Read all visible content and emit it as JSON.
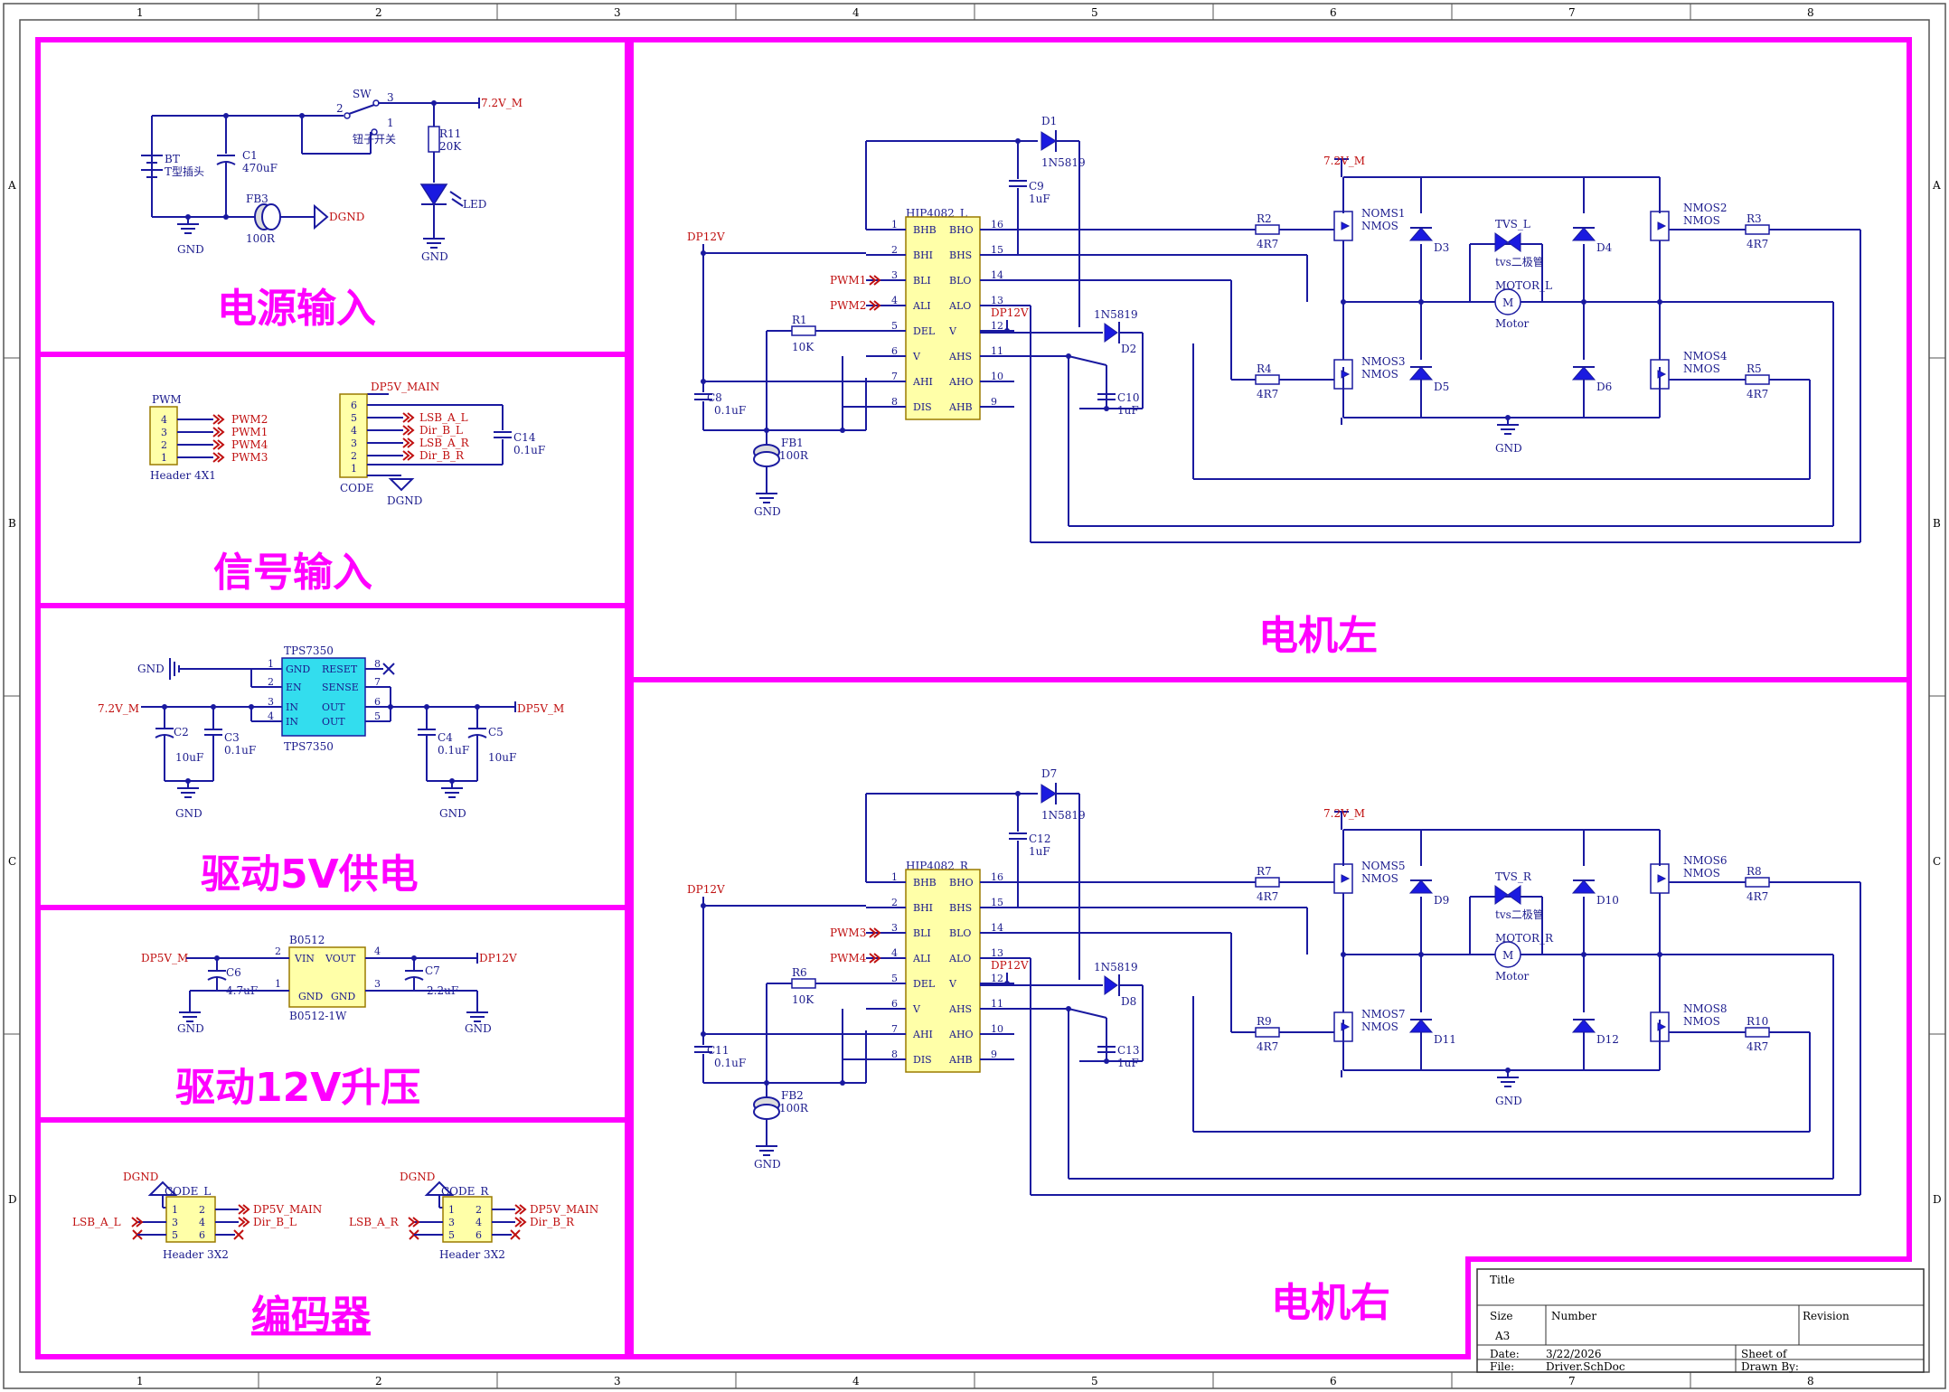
{
  "frame": {
    "cols": [
      "1",
      "2",
      "3",
      "4",
      "5",
      "6",
      "7",
      "8"
    ],
    "rows": [
      "A",
      "B",
      "C",
      "D"
    ]
  },
  "sections": {
    "power": "电源输入",
    "signal": "信号输入",
    "drive5v": "驱动5V供电",
    "boost12v": "驱动12V升压",
    "encoder": "编码器",
    "motor_left": "电机左",
    "motor_right": "电机右"
  },
  "power": {
    "bt": "BT",
    "bt_desc": "T型插头",
    "c1": "C1",
    "c1_val": "470uF",
    "fb3": "FB3",
    "fb3_val": "100R",
    "dgnd": "DGND",
    "gnd": "GND",
    "sw": "SW",
    "sw_desc": "钮子开关",
    "pin1": "1",
    "pin2": "2",
    "pin3": "3",
    "net72": "7.2V_M",
    "r11": "R11",
    "r11_val": "20K",
    "led": "LED",
    "gnd2": "GND"
  },
  "signal": {
    "pwm_title": "PWM",
    "pwm_pins": [
      "4",
      "3",
      "2",
      "1"
    ],
    "pwm_nets": [
      "PWM2",
      "PWM1",
      "PWM4",
      "PWM3"
    ],
    "pwm_foot": "Header 4X1",
    "code_net": "DP5V_MAIN",
    "code_pins": [
      "6",
      "5",
      "4",
      "3",
      "2",
      "1"
    ],
    "code_nets": [
      "LSB_A_L",
      "Dir_B_L",
      "LSB_A_R",
      "Dir_B_R"
    ],
    "code_foot": "CODE",
    "c14": "C14",
    "c14_val": "0.1uF",
    "dgnd": "DGND"
  },
  "drive5v": {
    "chip": "TPS7350",
    "chip_foot": "TPS7350",
    "pins_left": [
      "GND",
      "EN",
      "IN",
      "IN"
    ],
    "pins_right": [
      "RESET",
      "SENSE",
      "OUT",
      "OUT"
    ],
    "nums_left": [
      "1",
      "2",
      "3",
      "4"
    ],
    "nums_right": [
      "8",
      "7",
      "6",
      "5"
    ],
    "gnd_net": "GND",
    "in_net": "7.2V_M",
    "out_net": "DP5V_M",
    "c2": "C2",
    "c2_val": "10uF",
    "c3": "C3",
    "c3_val": "0.1uF",
    "c4": "C4",
    "c4_val": "0.1uF",
    "c5": "C5",
    "c5_val": "10uF",
    "gnd": "GND"
  },
  "boost12v": {
    "chip": "B0512",
    "chip_foot": "B0512-1W",
    "vin": "VIN",
    "vout": "VOUT",
    "gnd": "GND",
    "pin2": "2",
    "pin4": "4",
    "pin1": "1",
    "pin3": "3",
    "in_net": "DP5V_M",
    "out_net": "DP12V",
    "c6": "C6",
    "c6_val": "4.7uF",
    "c7": "C7",
    "c7_val": "2.2uF",
    "gnd_net": "GND"
  },
  "encoder": {
    "left": {
      "title": "CODE_L",
      "foot": "Header 3X2",
      "top": "DGND",
      "net_left": "LSB_A_L",
      "net_r1": "DP5V_MAIN",
      "net_r2": "Dir_B_L"
    },
    "right": {
      "title": "CODE_R",
      "foot": "Header 3X2",
      "top": "DGND",
      "net_left": "LSB_A_R",
      "net_r1": "DP5V_MAIN",
      "net_r2": "Dir_B_R"
    },
    "pins": [
      [
        "1",
        "2"
      ],
      [
        "3",
        "4"
      ],
      [
        "5",
        "6"
      ]
    ]
  },
  "motor_left": {
    "chip": "HIP4082_L",
    "pins_left": [
      "BHB",
      "BHI",
      "BLI",
      "ALI",
      "DEL",
      "V",
      "AHI",
      "DIS"
    ],
    "nums_left": [
      "1",
      "2",
      "3",
      "4",
      "5",
      "6",
      "7",
      "8"
    ],
    "pins_right": [
      "BHO",
      "BHS",
      "BLO",
      "ALO",
      "V",
      "AHS",
      "AHO",
      "AHB"
    ],
    "nums_right": [
      "16",
      "15",
      "14",
      "13",
      "12",
      "11",
      "10",
      "9"
    ],
    "d1": "D1",
    "d1_val": "1N5819",
    "c9": "C9",
    "c9_val": "1uF",
    "dp12v": "DP12V",
    "dp12v_b": "DP12V",
    "pwm_a": "PWM1",
    "pwm_b": "PWM2",
    "r1": "R1",
    "r1_val": "10K",
    "c8": "C8",
    "c8_val": "0.1uF",
    "fb": "FB1",
    "fb_val": "100R",
    "gnd": "GND",
    "d2": "D2",
    "d2_val": "1N5819",
    "c10": "C10",
    "c10_val": "1uF",
    "r2": "R2",
    "r2_val": "4R7",
    "r3": "R3",
    "r3_val": "4R7",
    "r4": "R4",
    "r4_val": "4R7",
    "r5": "R5",
    "r5_val": "4R7",
    "q1": "NOMS1",
    "q2": "NMOS2",
    "q3": "NMOS3",
    "q4": "NMOS4",
    "nmos": "NMOS",
    "da": "D3",
    "db": "D4",
    "dc": "D5",
    "dd": "D6",
    "tvs": "TVS_L",
    "tvs_desc": "tvs二极管",
    "motor": "MOTOR_L",
    "motor_desc": "Motor",
    "m": "M",
    "v72": "7.2V_M",
    "gnd2": "GND"
  },
  "motor_right": {
    "chip": "HIP4082_R",
    "pins_left": [
      "BHB",
      "BHI",
      "BLI",
      "ALI",
      "DEL",
      "V",
      "AHI",
      "DIS"
    ],
    "nums_left": [
      "1",
      "2",
      "3",
      "4",
      "5",
      "6",
      "7",
      "8"
    ],
    "pins_right": [
      "BHO",
      "BHS",
      "BLO",
      "ALO",
      "V",
      "AHS",
      "AHO",
      "AHB"
    ],
    "nums_right": [
      "16",
      "15",
      "14",
      "13",
      "12",
      "11",
      "10",
      "9"
    ],
    "d1": "D7",
    "d1_val": "1N5819",
    "c9": "C12",
    "c9_val": "1uF",
    "dp12v": "DP12V",
    "dp12v_b": "DP12V",
    "pwm_a": "PWM3",
    "pwm_b": "PWM4",
    "r1": "R6",
    "r1_val": "10K",
    "c8": "C11",
    "c8_val": "0.1uF",
    "fb": "FB2",
    "fb_val": "100R",
    "gnd": "GND",
    "d2": "D8",
    "d2_val": "1N5819",
    "c10": "C13",
    "c10_val": "1uF",
    "r2": "R7",
    "r2_val": "4R7",
    "r3": "R8",
    "r3_val": "4R7",
    "r4": "R9",
    "r4_val": "4R7",
    "r5": "R10",
    "r5_val": "4R7",
    "q1": "NOMS5",
    "q2": "NMOS6",
    "q3": "NMOS7",
    "q4": "NMOS8",
    "nmos": "NMOS",
    "da": "D9",
    "db": "D10",
    "dc": "D11",
    "dd": "D12",
    "tvs": "TVS_R",
    "tvs_desc": "tvs二极管",
    "motor": "MOTOR_R",
    "motor_desc": "Motor",
    "m": "M",
    "v72": "7.2V_M",
    "gnd2": "GND"
  },
  "title_block": {
    "title": "Title",
    "size": "Size",
    "size_val": "A3",
    "number": "Number",
    "revision": "Revision",
    "date": "Date:",
    "date_val": "3/22/2026",
    "file": "File:",
    "file_val": "Driver.SchDoc",
    "sheet": "Sheet   of",
    "drawn": "Drawn By:"
  }
}
